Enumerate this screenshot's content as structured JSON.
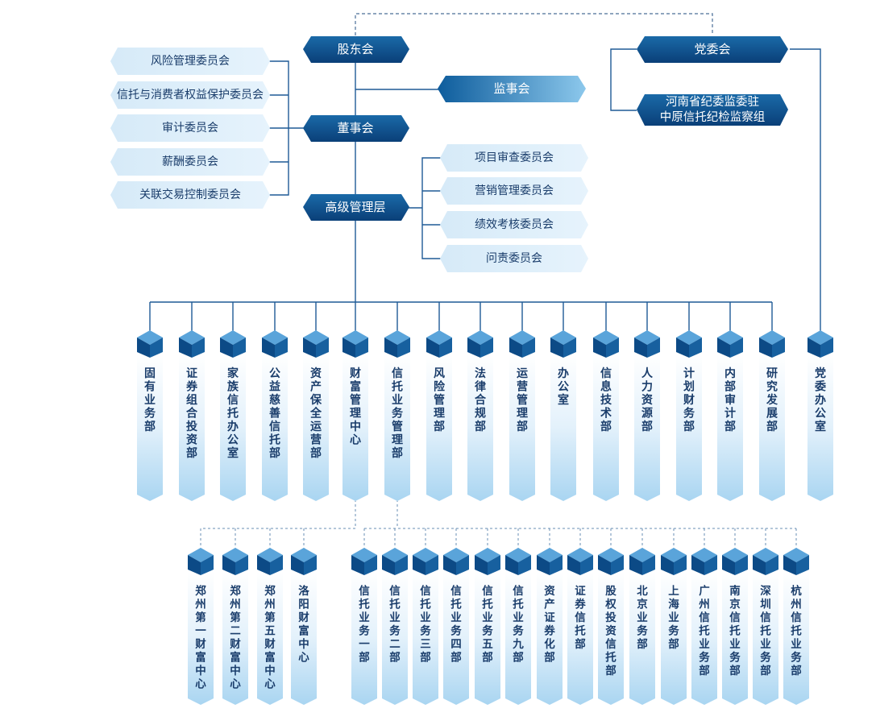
{
  "colors": {
    "dark_box": "#0d4d8a",
    "light_box": "#dcedf8",
    "line": "#1f5a96",
    "dashed_line": "#6a8fb5",
    "label_text": "#1a3d6b"
  },
  "nodes": {
    "shareholders": "股东会",
    "party_committee": "党委会",
    "supervisors": "监事会",
    "board": "董事会",
    "senior_management": "高级管理层",
    "discipline_group_line1": "河南省纪委监委驻",
    "discipline_group_line2": "中原信托纪检监察组"
  },
  "board_committees": [
    "风险管理委员会",
    "信托与消费者权益保护委员会",
    "审计委员会",
    "薪酬委员会",
    "关联交易控制委员会"
  ],
  "management_committees": [
    "项目审查委员会",
    "营销管理委员会",
    "绩效考核委员会",
    "问责委员会"
  ],
  "departments": [
    "固有业务部",
    "证券组合投资部",
    "家族信托办公室",
    "公益慈善信托部",
    "资产保全运营部",
    "财富管理中心",
    "信托业务管理部",
    "风险管理部",
    "法律合规部",
    "运营管理部",
    "办公室",
    "信息技术部",
    "人力资源部",
    "计划财务部",
    "内部审计部",
    "研究发展部",
    "党委办公室"
  ],
  "wealth_centers": [
    "郑州第一财富中心",
    "郑州第二财富中心",
    "郑州第五财富中心",
    "洛阳财富中心"
  ],
  "trust_departments": [
    "信托业务一部",
    "信托业务二部",
    "信托业务三部",
    "信托业务四部",
    "信托业务五部",
    "信托业务九部",
    "资产证券化部",
    "证券信托部",
    "股权投资信托部",
    "北京业务部",
    "上海业务部",
    "广州信托业务部",
    "南京信托业务部",
    "深圳信托业务部",
    "杭州信托业务部"
  ]
}
